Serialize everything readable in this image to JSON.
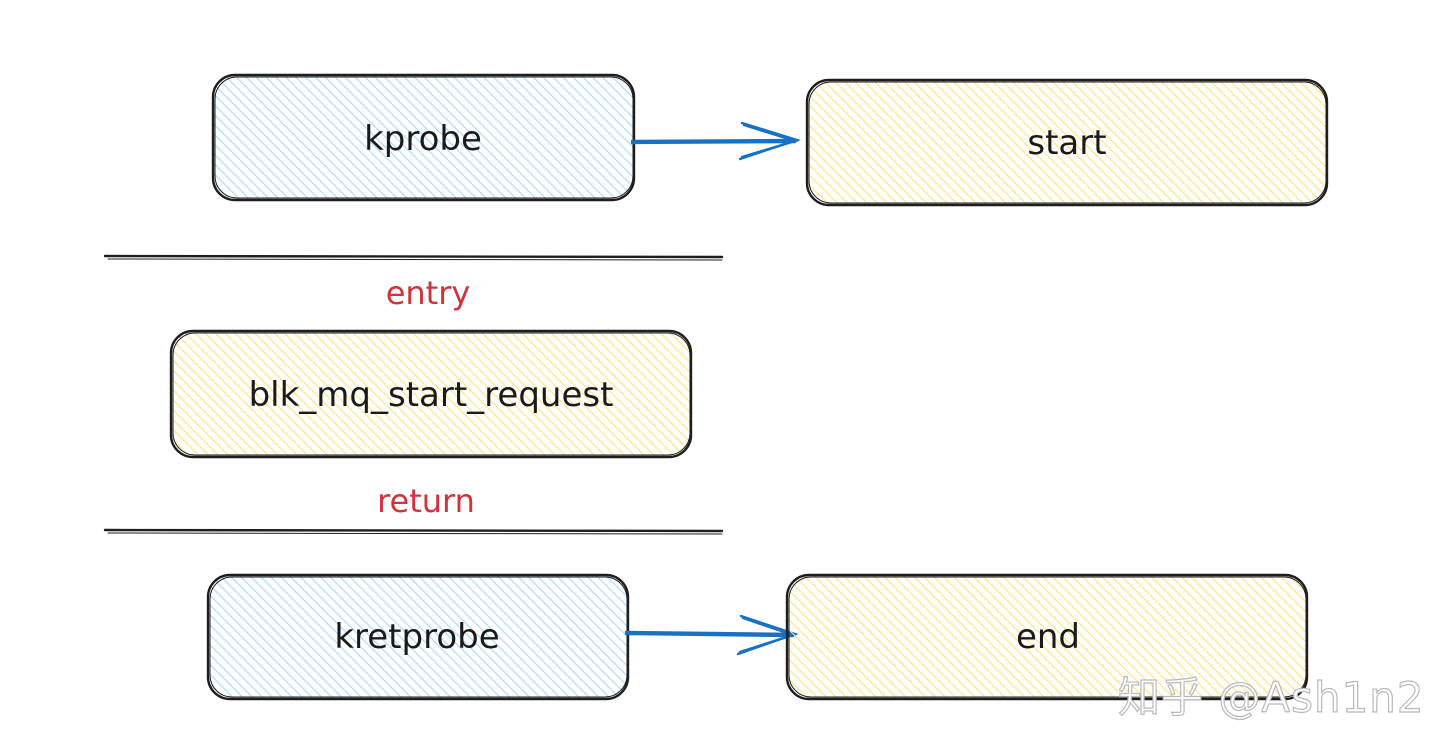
{
  "nodes": {
    "kprobe": "kprobe",
    "start": "start",
    "function": "blk_mq_start_request",
    "kretprobe": "kretprobe",
    "end": "end"
  },
  "labels": {
    "entry": "entry",
    "return": "return"
  },
  "watermark": "知乎 @Ash1n2",
  "colors": {
    "probe_fill": "#a5d8ff",
    "action_fill": "#ffec99",
    "stroke": "#1e1e1e",
    "arrow": "#1971c2",
    "label": "#d0343a"
  }
}
